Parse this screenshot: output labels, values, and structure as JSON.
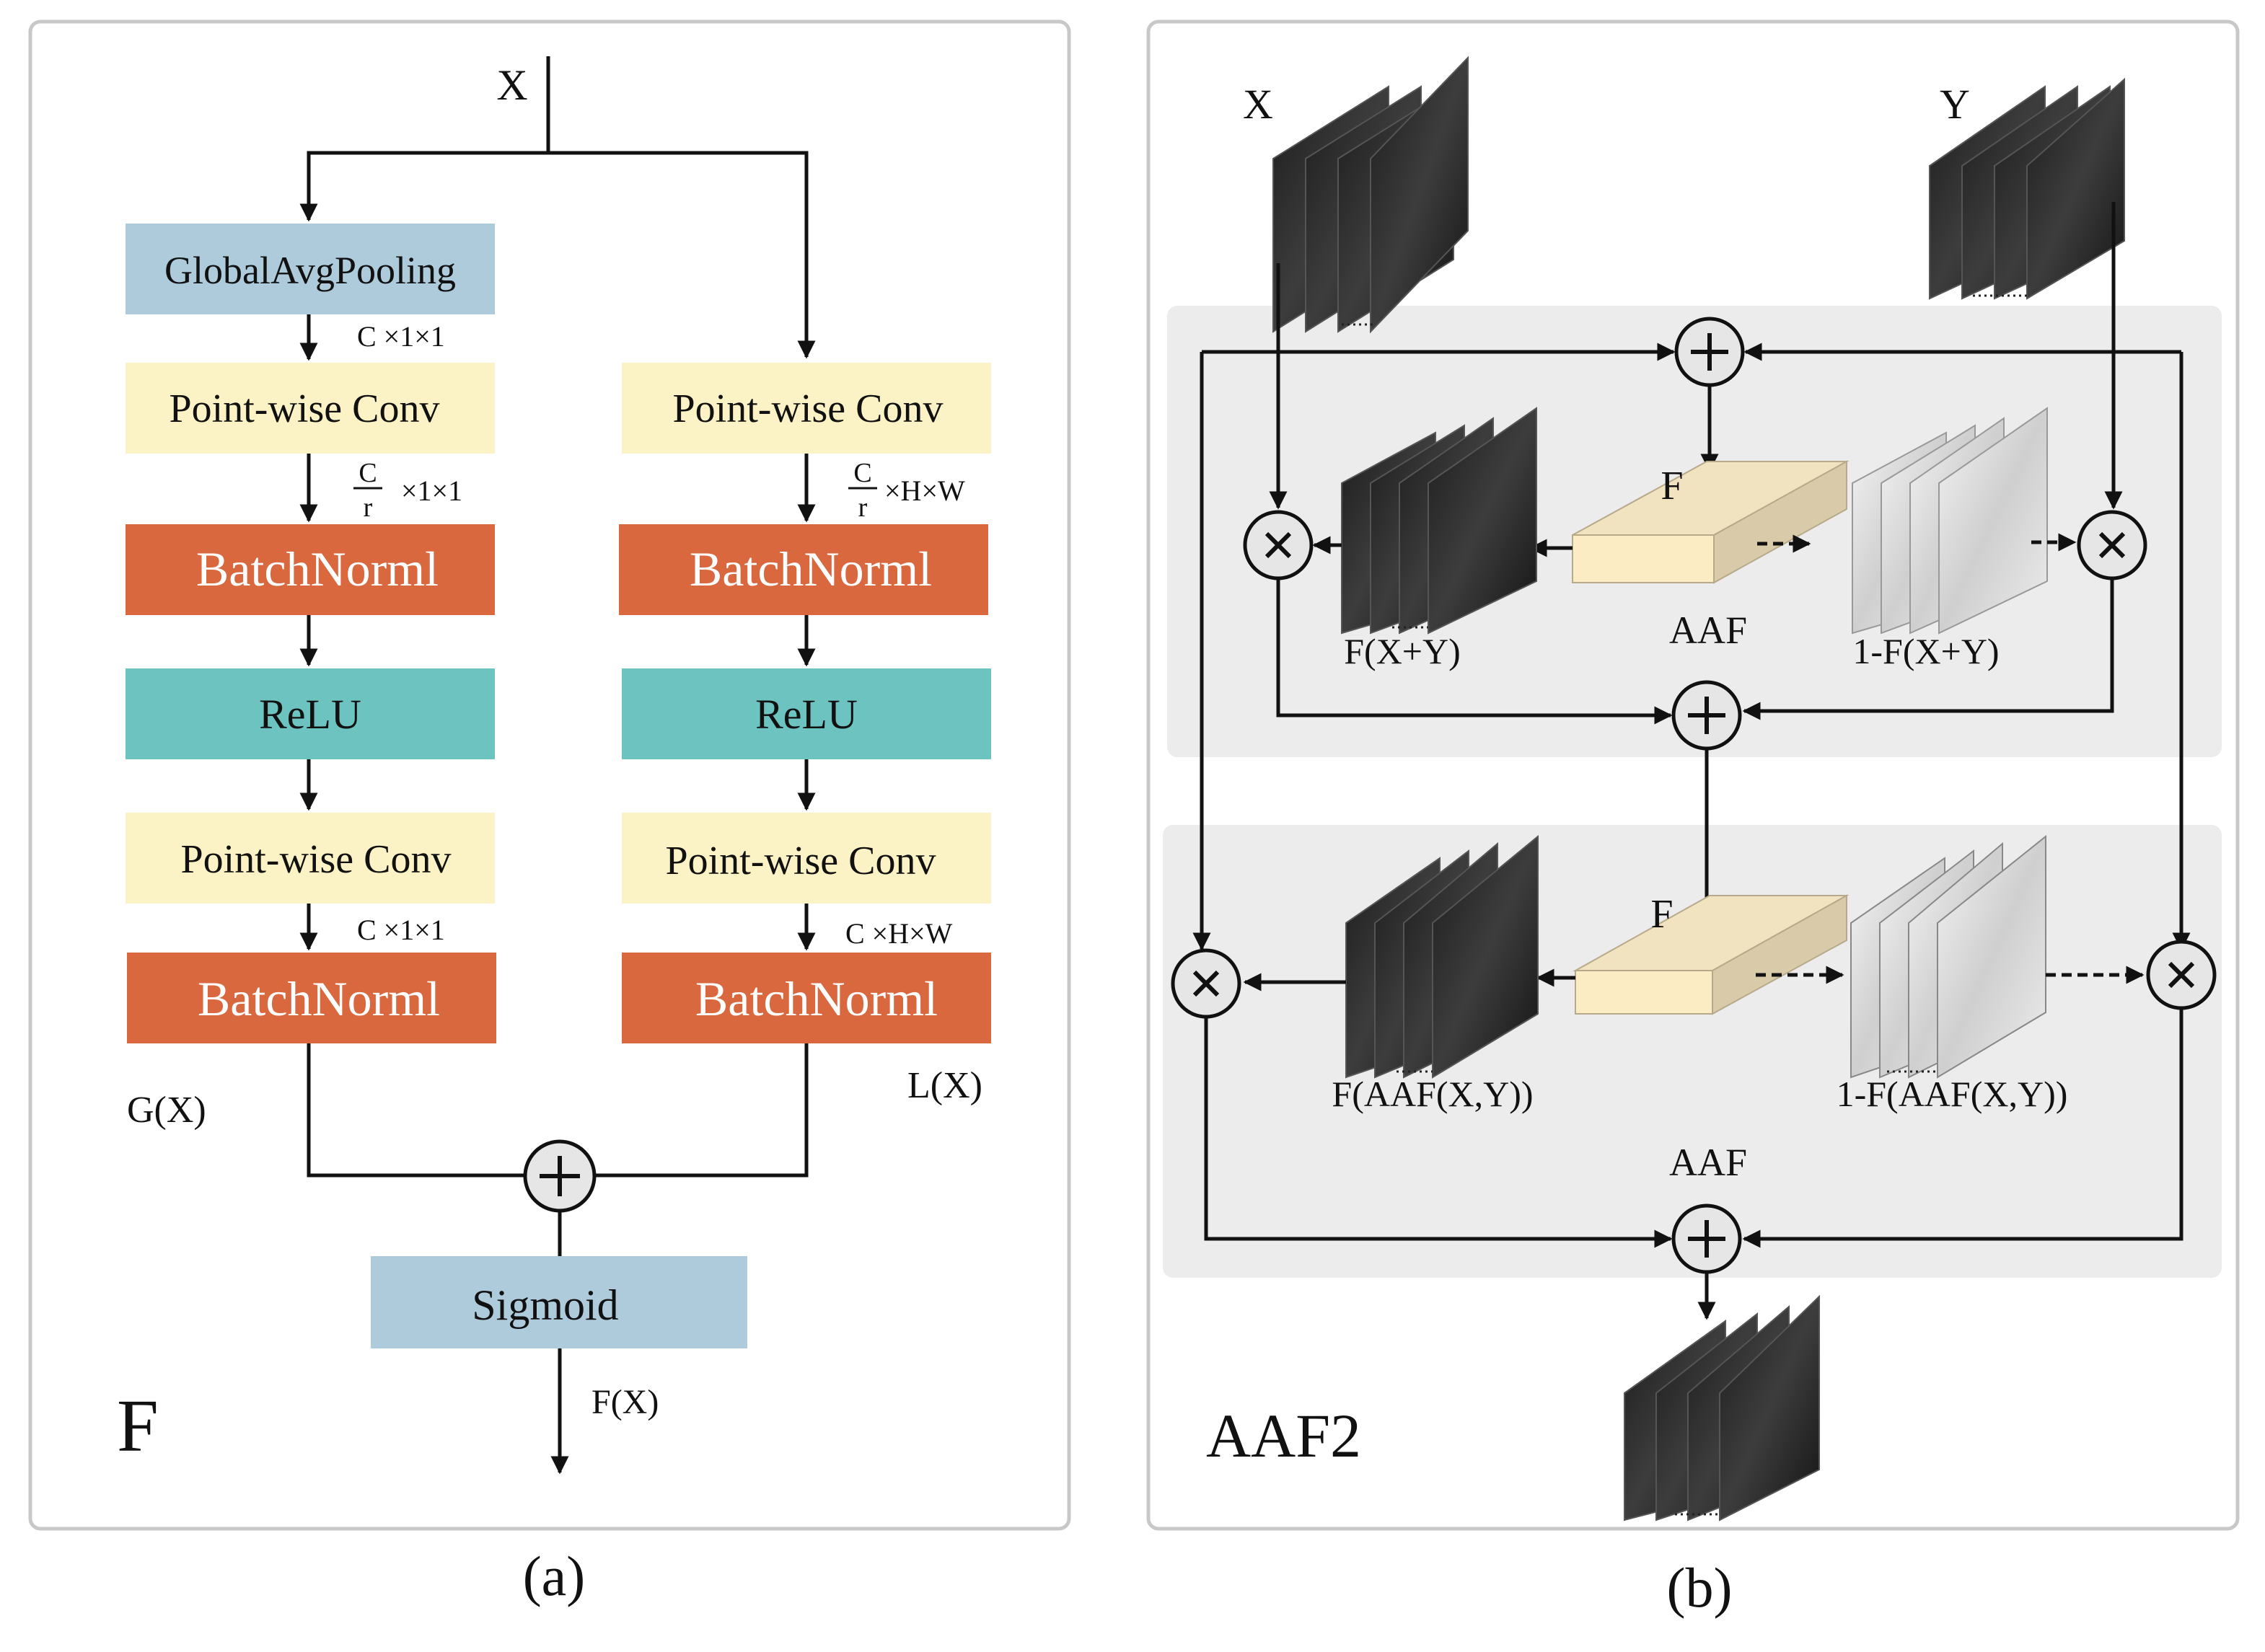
{
  "panel_a": {
    "input_label": "X",
    "letter": "F",
    "caption": "(a)",
    "global_branch": {
      "pool": "GlobalAvgPooling",
      "dim1": "C ×1×1",
      "conv1": "Point-wise Conv",
      "dim2_num": "C",
      "dim2_den": "r",
      "dim2_rest": "×1×1",
      "bn1": "BatchNorml",
      "relu": "ReLU",
      "conv2": "Point-wise Conv",
      "dim3": "C ×1×1",
      "bn2": "BatchNorml",
      "out_label": "G(X)"
    },
    "local_branch": {
      "conv1": "Point-wise Conv",
      "dim2_num": "C",
      "dim2_den": "r",
      "dim2_rest": "×H×W",
      "bn1": "BatchNorml",
      "relu": "ReLU",
      "conv2": "Point-wise Conv",
      "dim3": "C ×H×W",
      "bn2": "BatchNorml",
      "out_label": "L(X)"
    },
    "sigmoid": "Sigmoid",
    "output_label": "F(X)"
  },
  "panel_b": {
    "input_x": "X",
    "input_y": "Y",
    "title": "AAF2",
    "caption": "(b)",
    "stage1": {
      "f_label": "F",
      "aaf_label": "AAF",
      "left_map": "F(X+Y)",
      "right_map": "1-F(X+Y)"
    },
    "stage2": {
      "f_label": "F",
      "aaf_label": "AAF",
      "left_map": "F(AAF(X,Y))",
      "right_map": "1-F(AAF(X,Y))"
    }
  },
  "colors": {
    "pool_blue": "#aecbdc",
    "conv_yellow": "#fbf2c5",
    "bn_orange": "#d9683f",
    "relu_teal": "#6cc3c0",
    "sigmoid_blue": "#aecbdc",
    "panel_border": "#c8c8c8",
    "stage_gray": "#ececec",
    "box_cream": "#fbecc4",
    "node_fill": "#e6e6e6"
  }
}
